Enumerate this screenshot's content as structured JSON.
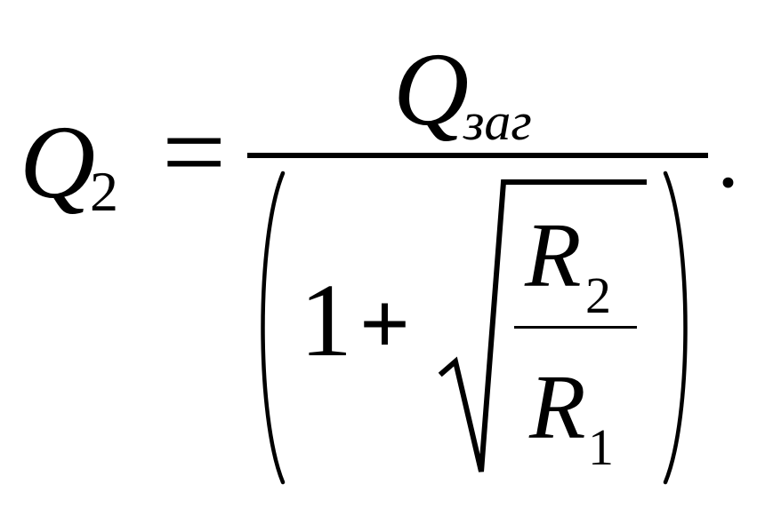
{
  "formula": {
    "lhs": {
      "symbol": "Q",
      "subscript": "2"
    },
    "equals": "=",
    "numerator": {
      "symbol": "Q",
      "subscript": "заг"
    },
    "denominator": {
      "one": "1",
      "plus": "+",
      "radicand": {
        "top_symbol": "R",
        "top_subscript": "2",
        "bottom_symbol": "R",
        "bottom_subscript": "1"
      }
    },
    "terminator": "."
  }
}
